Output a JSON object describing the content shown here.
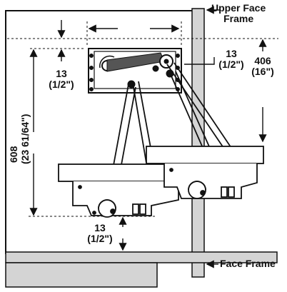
{
  "labels": {
    "upper_face_frame": [
      "Upper Face",
      "Frame"
    ],
    "face_frame": "Face Frame",
    "dim_13_top": [
      "13",
      "(1/2\")"
    ],
    "dim_13_right": [
      "13",
      "(1/2\")"
    ],
    "dim_13_bottom": [
      "13",
      "(1/2\")"
    ],
    "dim_406": [
      "406",
      "(16\")"
    ],
    "dim_608": "608",
    "dim_608_in": "(23 61/64\")"
  },
  "colors": {
    "frame_fill": "#d4d4d4",
    "line": "#111111",
    "background": "#ffffff"
  }
}
